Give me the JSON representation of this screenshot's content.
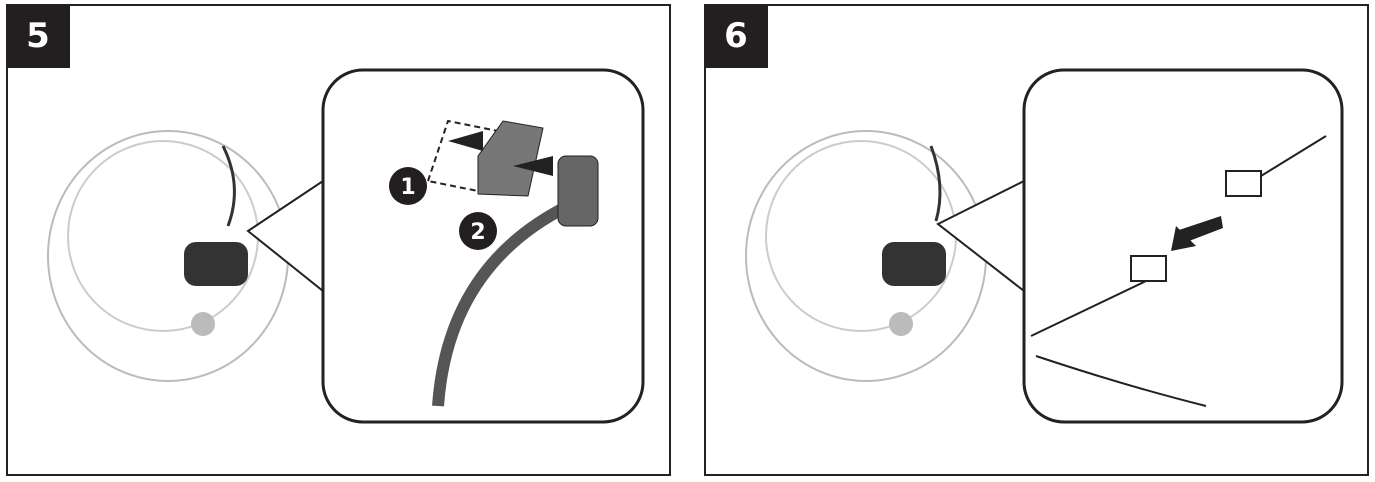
{
  "steps": [
    {
      "number": "5",
      "callouts": [
        "1",
        "2"
      ]
    },
    {
      "number": "6"
    }
  ]
}
